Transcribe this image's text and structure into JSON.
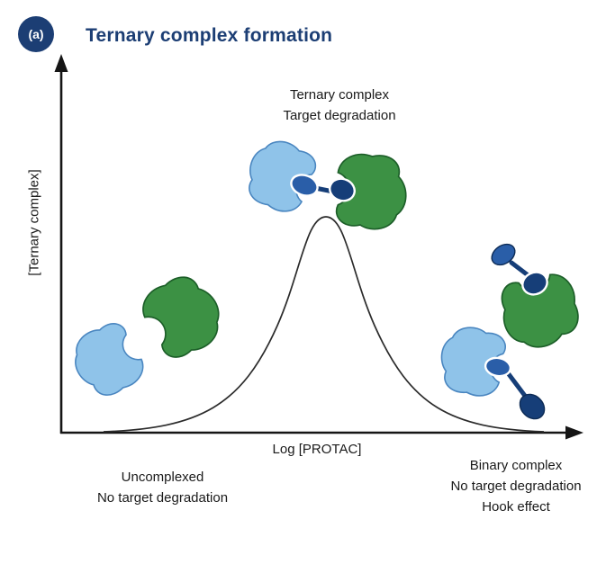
{
  "badge": {
    "label": "(a)"
  },
  "title": "Ternary complex formation",
  "axes": {
    "y_label": "[Ternary complex]",
    "x_label": "Log [PROTAC]"
  },
  "annotations": {
    "peak": {
      "lines": [
        "Ternary complex",
        "Target degradation"
      ]
    },
    "bottom_left": {
      "lines": [
        "Uncomplexed",
        "No target degradation"
      ]
    },
    "bottom_right": {
      "lines": [
        "Binary complex",
        "No target degradation",
        "Hook effect"
      ]
    }
  },
  "colors": {
    "accent": "#1c3e74",
    "ink": "#1a1a1a",
    "target-fill": "#8fc3e9",
    "target-stroke": "#4a86c0",
    "ligase-fill": "#3c9144",
    "ligase-stroke": "#1c5e28",
    "protac-mid": "#2a5ea8",
    "protac-dark": "#163e78",
    "protac-stroke": "#0d2b55"
  }
}
